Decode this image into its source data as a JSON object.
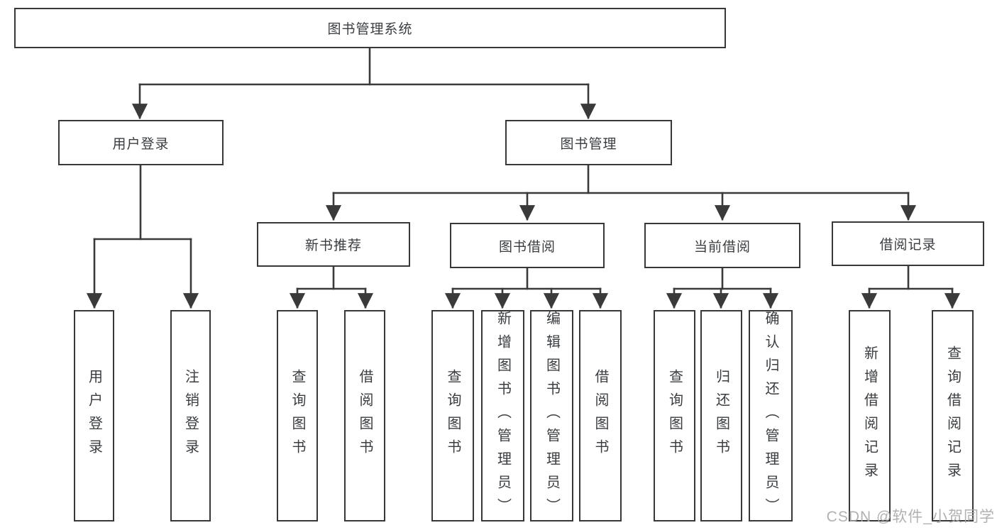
{
  "diagram": {
    "type": "hierarchy-tree",
    "root": {
      "label": "图书管理系统"
    },
    "level2": [
      {
        "label": "用户登录",
        "parent": "图书管理系统"
      },
      {
        "label": "图书管理",
        "parent": "图书管理系统"
      }
    ],
    "level3": [
      {
        "label": "新书推荐",
        "parent": "图书管理"
      },
      {
        "label": "图书借阅",
        "parent": "图书管理"
      },
      {
        "label": "当前借阅",
        "parent": "图书管理"
      },
      {
        "label": "借阅记录",
        "parent": "图书管理"
      }
    ],
    "leaves": [
      {
        "label": "用户登录",
        "parent": "用户登录"
      },
      {
        "label": "注销登录",
        "parent": "用户登录"
      },
      {
        "label": "查询图书",
        "parent": "新书推荐"
      },
      {
        "label": "借阅图书",
        "parent": "新书推荐"
      },
      {
        "label": "查询图书",
        "parent": "图书借阅"
      },
      {
        "label": "新增图书（管理员）",
        "parent": "图书借阅"
      },
      {
        "label": "编辑图书（管理员）",
        "parent": "图书借阅"
      },
      {
        "label": "借阅图书",
        "parent": "图书借阅"
      },
      {
        "label": "查询图书",
        "parent": "当前借阅"
      },
      {
        "label": "归还图书",
        "parent": "当前借阅"
      },
      {
        "label": "确认归还（管理员）",
        "parent": "当前借阅"
      },
      {
        "label": "新增借阅记录",
        "parent": "借阅记录"
      },
      {
        "label": "查询借阅记录",
        "parent": "借阅记录"
      }
    ]
  },
  "watermark": {
    "text": "CSDN @软件_小贺同学"
  },
  "colors": {
    "line": "#3a3a3a",
    "box_border": "#383838",
    "text": "#3a3d40",
    "watermark": "#a9a9a9",
    "background": "#ffffff"
  }
}
